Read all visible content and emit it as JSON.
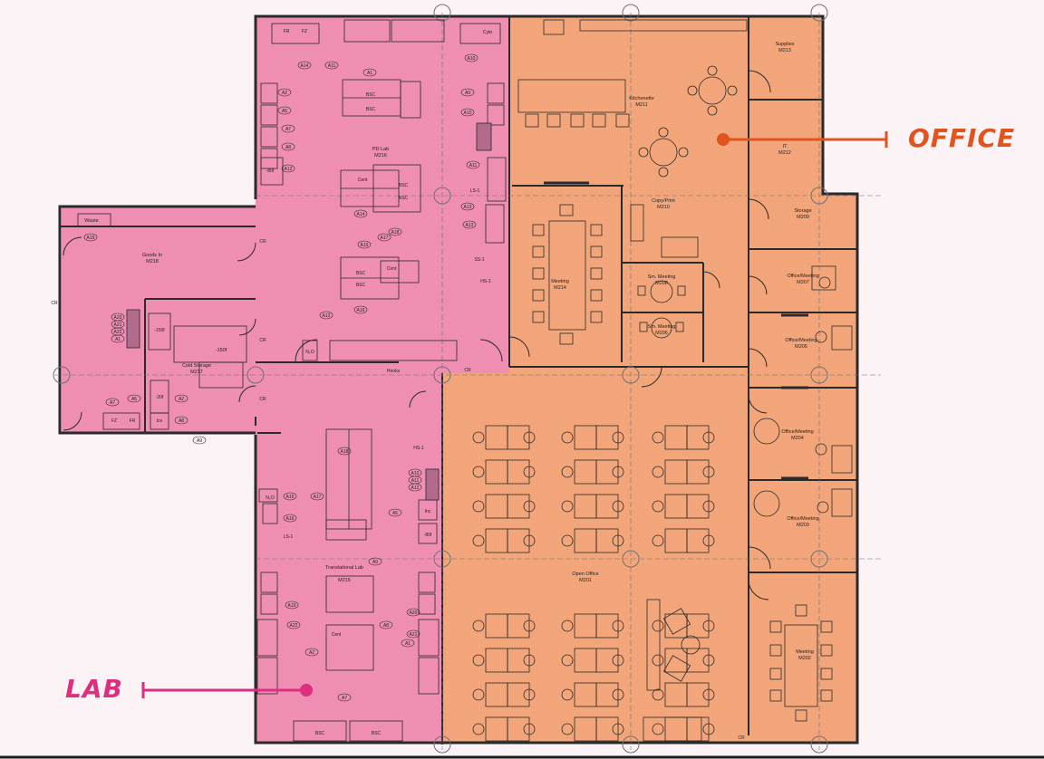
{
  "zones": {
    "office": {
      "label": "OFFICE",
      "color": "#e2541d",
      "fill": "#f3a579"
    },
    "lab": {
      "label": "LAB",
      "color": "#de2f7e",
      "fill": "#ef8db2"
    }
  },
  "rooms": {
    "goods_in": {
      "name": "Goods In",
      "number": "M218",
      "fixture": "Waste"
    },
    "cold_storage": {
      "name": "Cold Storage",
      "number": "M217",
      "freezer": "-150f"
    },
    "pd_lab": {
      "name": "PD Lab",
      "number": "M216"
    },
    "translational_lab": {
      "name": "Translational Lab",
      "number": "M215"
    },
    "meeting_m214": {
      "name": "Meeting",
      "number": "M214"
    },
    "kitchenette": {
      "name": "Kitchenette",
      "number": "M211"
    },
    "supplies": {
      "name": "Supplies",
      "number": "M213"
    },
    "it": {
      "name": "IT",
      "number": "M212"
    },
    "copy_print": {
      "name": "Copy/Print",
      "number": "M210"
    },
    "storage": {
      "name": "Storage",
      "number": "M209"
    },
    "sm_meeting_m208": {
      "name": "Sm. Meeting",
      "number": "M208"
    },
    "sm_meeting_m206": {
      "name": "Sm. Meeting",
      "number": "M206"
    },
    "office_m207": {
      "name": "Office/Meeting",
      "number": "M207"
    },
    "office_m205": {
      "name": "Office/Meeting",
      "number": "M205"
    },
    "office_m204": {
      "name": "Office/Meeting",
      "number": "M204"
    },
    "office_m203": {
      "name": "Office/Meeting",
      "number": "M203"
    },
    "open_office": {
      "name": "Open Office",
      "number": "M201"
    },
    "meeting_m202": {
      "name": "Meeting",
      "number": "M202"
    }
  },
  "equipment": {
    "bsc": "BSC",
    "cent": "Cent",
    "cyto": "Cyto",
    "fz": "FZ",
    "fr": "FR",
    "cr": "CR",
    "hooks": "Hooks",
    "ls1": "LS-1",
    "hs1": "HS-1",
    "ss1": "SS-1",
    "n2": "N₂O",
    "minus80": "-80f",
    "minus20": "-20f",
    "minus150": "-150f",
    "ice": "Ice",
    "inc": "Inc"
  },
  "tags": [
    "A1",
    "A2",
    "A5",
    "A7",
    "A8",
    "A9",
    "A10",
    "A11",
    "A12",
    "A13",
    "A14",
    "A15",
    "A16",
    "A17",
    "A18",
    "A19",
    "A20",
    "A21",
    "A22"
  ]
}
